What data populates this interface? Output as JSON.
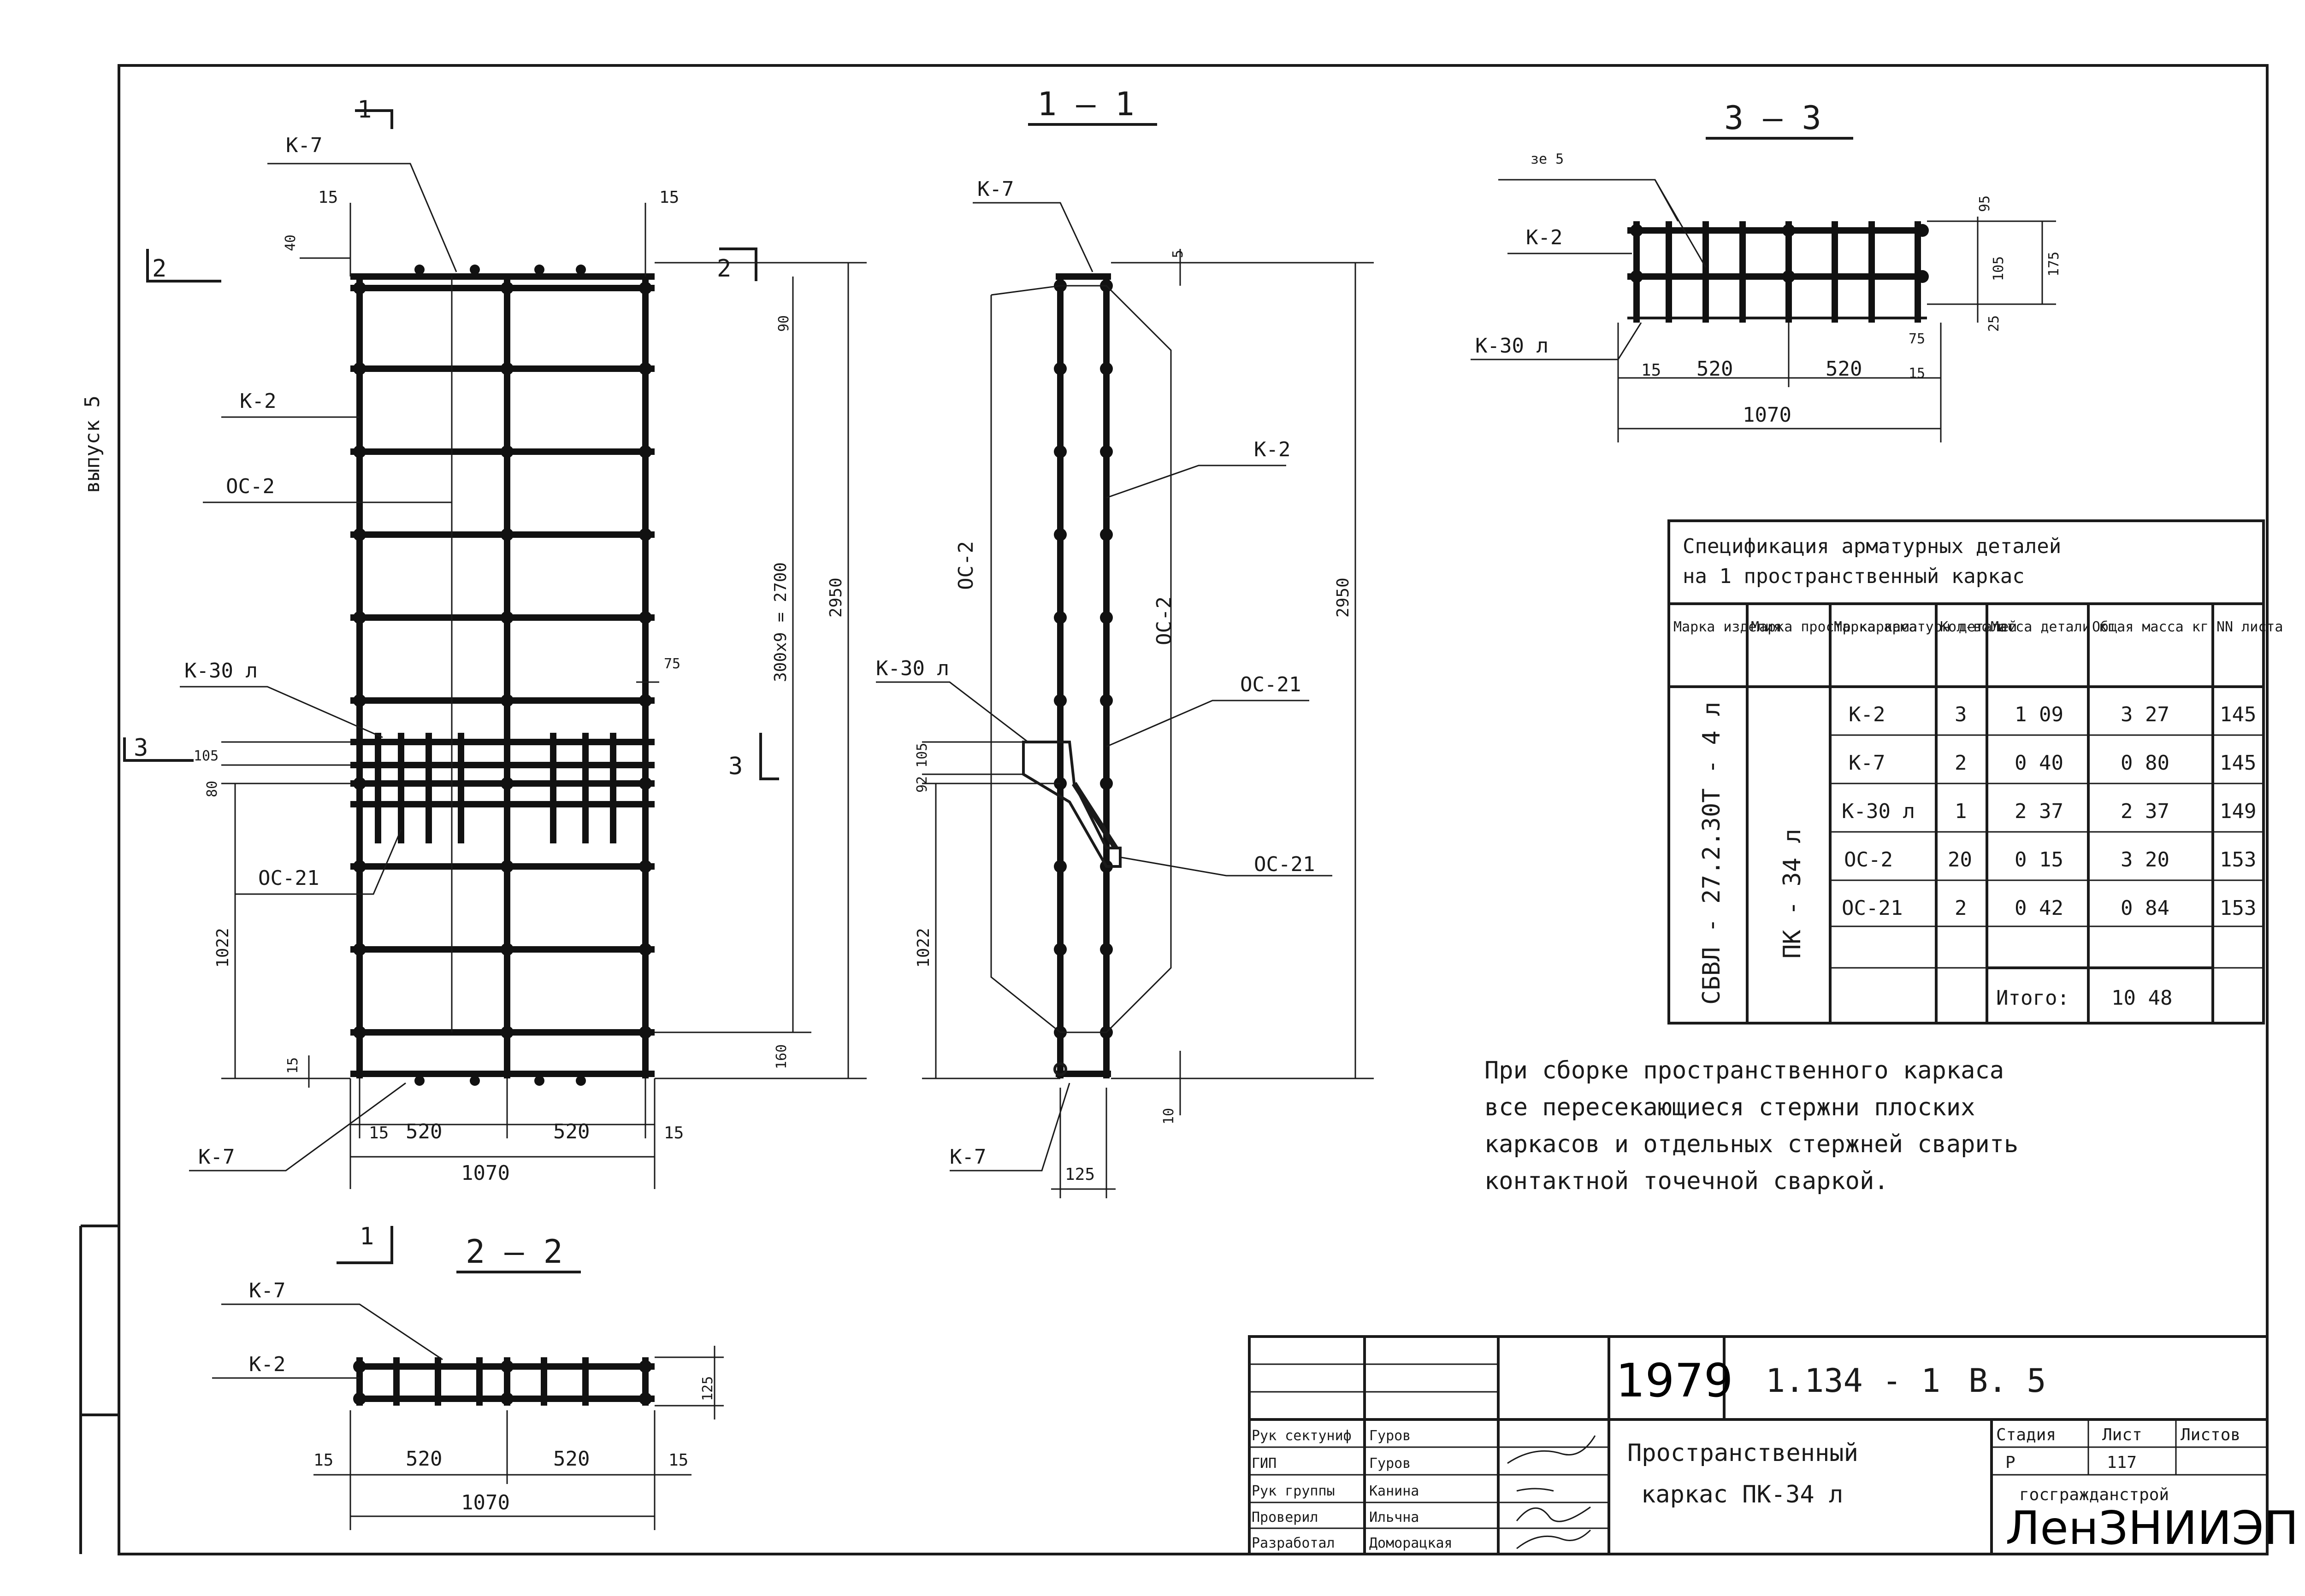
{
  "side_label": "выпуск 5",
  "sections": {
    "s11": "1 — 1",
    "s22": "2 — 2",
    "s33": "3 — 3",
    "m1": "1",
    "m2": "2",
    "m3": "3"
  },
  "labels": {
    "k7": "К-7",
    "k2": "К-2",
    "k30l": "К-30 л",
    "oc2": "ОС-2",
    "oc21": "ОС-21",
    "ze5": "зе 5"
  },
  "dims": {
    "d15": "15",
    "d520": "520",
    "d1070": "1070",
    "d2950": "2950",
    "d2700": "300х9 = 2700",
    "d1022": "1022",
    "d160": "160",
    "d105": "105",
    "d80": "80",
    "d90": "90",
    "d75": "75",
    "d10": "10",
    "d5": "5",
    "d40": "40",
    "d125": "125",
    "d95": "95",
    "d175": "175",
    "d25": "25",
    "d185": "105",
    "d92": "92 105"
  },
  "spec": {
    "title_line1": "Спецификация арматурных деталей",
    "title_line2": "на 1 пространственный каркас",
    "headers": [
      "Марка изделия",
      "Марка простр каркаса",
      "Марка арматурн деталей",
      "Кол-во шт",
      "Масса детали кг",
      "Общая масса кг",
      "NN листа"
    ],
    "product": "СБВЛ - 27.2.30Т - 4 л",
    "frame": "ПК - 34 л",
    "rows": [
      {
        "part": "К-2",
        "qty": "3",
        "mass": "1 09",
        "total": "3 27",
        "sheet": "145"
      },
      {
        "part": "К-7",
        "qty": "2",
        "mass": "0 40",
        "total": "0 80",
        "sheet": "145"
      },
      {
        "part": "К-30 л",
        "qty": "1",
        "mass": "2 37",
        "total": "2 37",
        "sheet": "149"
      },
      {
        "part": "ОС-2",
        "qty": "20",
        "mass": "0 15",
        "total": "3 20",
        "sheet": "153"
      },
      {
        "part": "ОС-21",
        "qty": "2",
        "mass": "0 42",
        "total": "0 84",
        "sheet": "153"
      }
    ],
    "total_label": "Итого:",
    "total_value": "10 48"
  },
  "note": {
    "line1": "При сборке пространственного каркаса",
    "line2": "все пересекающиеся стержни плоских",
    "line3": "каркасов и отдельных стержней сварить",
    "line4": "контактной точечной сваркой."
  },
  "titleblock": {
    "year": "1979",
    "code": "1.134 - 1",
    "issue": "В. 5",
    "title_line1": "Пространственный",
    "title_line2": "каркас ПК-34 л",
    "stage_h": "Стадия",
    "sheet_h": "Лист",
    "sheets_h": "Листов",
    "stage_v": "Р",
    "sheet_v": "117",
    "org1": "госгражданстрой",
    "org2": "ЛенЗНИИЭП",
    "roles": [
      {
        "role": "Рук сектуниф",
        "name": "Гуров"
      },
      {
        "role": "ГИП",
        "name": "Гуров"
      },
      {
        "role": "Рук группы",
        "name": "Канина"
      },
      {
        "role": "Проверил",
        "name": "Ильчна"
      },
      {
        "role": "Разработал",
        "name": "Доморацкая"
      }
    ]
  }
}
